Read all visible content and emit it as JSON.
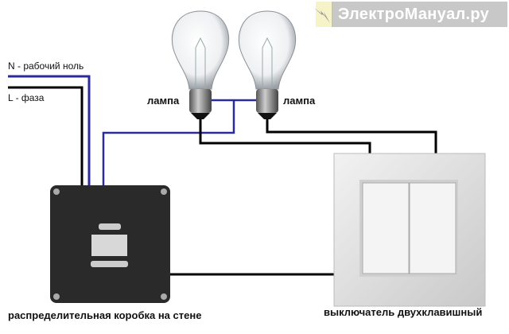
{
  "watermark": {
    "text": "ЭлектроМанyал.ру",
    "icon": "lightning-icon"
  },
  "labels": {
    "neutral": "N - рабочий ноль",
    "phase": "L - фаза",
    "lamp_left": "лампа",
    "lamp_right": "лампа",
    "junction_box": "распределительная коробка на стене",
    "switch": "выключатель двухклавишный"
  },
  "colors": {
    "neutral_wire": "#2b2b9a",
    "phase_wire": "#000000",
    "box": "#2a2a2a",
    "switch_plate": "#dcdcdc"
  }
}
